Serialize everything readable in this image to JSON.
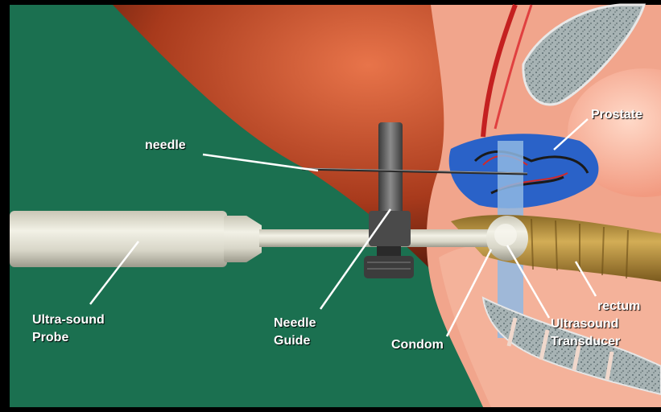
{
  "labels": {
    "needle": "needle",
    "prostate": "Prostate",
    "probe": [
      "Ultra-sound",
      "Probe"
    ],
    "guide": [
      "Needle",
      "Guide"
    ],
    "condom": "Condom",
    "transducer": [
      "Ultrasound",
      "Transducer"
    ],
    "rectum": "rectum"
  },
  "colors": {
    "background": "#000000",
    "drape_green": "#1b7050",
    "tissue_pink": "#f1a58c",
    "prostate_blue": "#2a62c8",
    "label_text": "#ffffff"
  }
}
